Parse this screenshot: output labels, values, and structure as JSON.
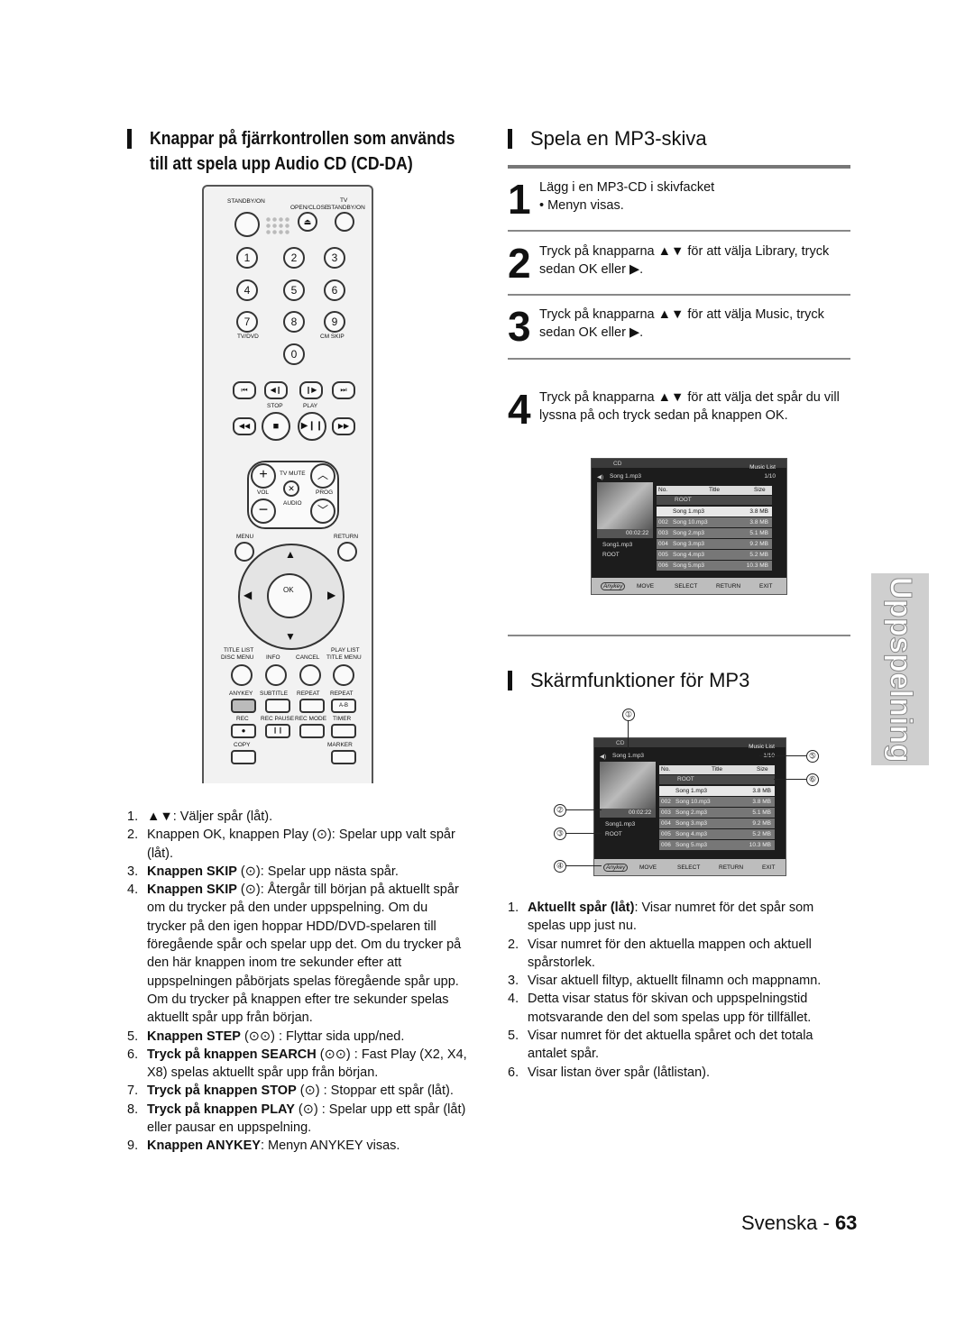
{
  "left": {
    "heading_line1": "Knappar på fjärrkontrollen som används",
    "heading_line2": "till att spela upp Audio CD (CD-DA)",
    "remote_labels": {
      "standby": "STANDBY/ON",
      "open_close": "OPEN/CLOSE",
      "tv": "TV",
      "tv_standby": "STANDBY/ON",
      "tv_dvd": "TV/DVD",
      "cm_skip": "CM SKIP",
      "stop": "STOP",
      "play": "PLAY",
      "tv_mute": "TV MUTE",
      "vol": "VOL",
      "prog": "PROG",
      "audio": "AUDIO",
      "menu": "MENU",
      "return": "RETURN",
      "ok": "OK",
      "title_list": "TITLE LIST",
      "disc_menu": "DISC MENU",
      "info": "INFO",
      "cancel": "CANCEL",
      "play_list": "PLAY LIST",
      "title_menu": "TITLE MENU",
      "anykey": "ANYKEY",
      "subtitle": "SUBTITLE",
      "repeat": "REPEAT",
      "repeat2": "REPEAT",
      "ab": "A-B",
      "rec": "REC",
      "rec_pause": "REC PAUSE",
      "rec_mode": "REC MODE",
      "timer": "TIMER",
      "copy": "COPY",
      "marker": "MARKER"
    },
    "digits": [
      "1",
      "2",
      "3",
      "4",
      "5",
      "6",
      "7",
      "8",
      "9",
      "0"
    ],
    "items": [
      {
        "n": "1.",
        "bold": "",
        "text": "▲▼: Väljer spår (låt)."
      },
      {
        "n": "2.",
        "bold": "",
        "text": "Knappen OK, knappen Play (⊙): Spelar upp valt spår (låt)."
      },
      {
        "n": "3.",
        "bold": "Knappen SKIP",
        "text": " (⊙): Spelar upp nästa spår."
      },
      {
        "n": "4.",
        "bold": "Knappen SKIP",
        "text": " (⊙): Återgår till början på aktuellt spår om du trycker på den under uppspelning. Om du trycker på den igen hoppar HDD/DVD-spelaren till föregående spår och spelar upp det. Om du trycker på den här knappen inom tre sekunder efter att uppspelningen påbörjats spelas föregående spår upp. Om du trycker på knappen efter tre sekunder spelas aktuellt spår upp från början."
      },
      {
        "n": "5.",
        "bold": "Knappen STEP",
        "text": " (⊙⊙) : Flyttar sida upp/ned."
      },
      {
        "n": "6.",
        "bold": "Tryck på knappen SEARCH",
        "text": " (⊙⊙) : Fast Play (X2, X4, X8) spelas aktuellt spår upp från början."
      },
      {
        "n": "7.",
        "bold": "Tryck på knappen STOP",
        "text": " (⊙) : Stoppar ett spår (låt)."
      },
      {
        "n": "8.",
        "bold": "Tryck på knappen PLAY",
        "text": " (⊙) : Spelar upp ett spår (låt) eller pausar en uppspelning."
      },
      {
        "n": "9.",
        "bold": "Knappen ANYKEY",
        "text": ": Menyn ANYKEY visas."
      }
    ]
  },
  "right": {
    "heading1": "Spela en MP3-skiva",
    "steps": [
      {
        "n": "1",
        "line1": "Lägg i en MP3-CD i skivfacket",
        "line2": "• Menyn visas."
      },
      {
        "n": "2",
        "line1": "Tryck på knapparna ▲▼ för att välja Library, tryck",
        "line2": "sedan OK eller ▶."
      },
      {
        "n": "3",
        "line1": "Tryck på knapparna ▲▼ för att välja Music, tryck",
        "line2": "sedan OK eller ▶."
      },
      {
        "n": "4",
        "line1": "Tryck på knapparna ▲▼ för att välja det spår du vill",
        "line2": "lyssna på och tryck sedan på knappen OK."
      }
    ],
    "screen": {
      "cd": "CD",
      "music_list": "Music List",
      "song_now": "Song 1.mp3",
      "page": "1/10",
      "col_no": "No.",
      "col_title": "Title",
      "col_size": "Size",
      "root": "ROOT",
      "time": "00:02:22",
      "file": "Song1.mp3",
      "folder": "ROOT",
      "rows": [
        {
          "no": "",
          "title": "Song 1.mp3",
          "size": "3.8 MB"
        },
        {
          "no": "002",
          "title": "Song 10.mp3",
          "size": "3.8 MB"
        },
        {
          "no": "003",
          "title": "Song 2.mp3",
          "size": "5.1 MB"
        },
        {
          "no": "004",
          "title": "Song 3.mp3",
          "size": "9.2 MB"
        },
        {
          "no": "005",
          "title": "Song 4.mp3",
          "size": "5.2 MB"
        },
        {
          "no": "006",
          "title": "Song 5.mp3",
          "size": "10.3 MB"
        }
      ],
      "anykey": "Anykey",
      "move": "MOVE",
      "select": "SELECT",
      "return": "RETURN",
      "exit": "EXIT"
    },
    "heading2": "Skärmfunktioner för MP3",
    "callouts": [
      "➀",
      "➁",
      "➂",
      "➃",
      "➄",
      "➅"
    ],
    "items": [
      {
        "n": "1.",
        "bold": "Aktuellt spår (låt)",
        "text": ": Visar numret för det spår som spelas upp just nu."
      },
      {
        "n": "2.",
        "bold": "",
        "text": "Visar numret för den aktuella mappen och aktuell spårstorlek."
      },
      {
        "n": "3.",
        "bold": "",
        "text": "Visar aktuell filtyp, aktuellt filnamn och mappnamn."
      },
      {
        "n": "4.",
        "bold": "",
        "text": "Detta visar status för skivan och uppspelningstid motsvarande den del som spelas upp för tillfället."
      },
      {
        "n": "5.",
        "bold": "",
        "text": "Visar numret för det aktuella spåret och det totala antalet spår."
      },
      {
        "n": "6.",
        "bold": "",
        "text": "Visar listan över spår (låtlistan)."
      }
    ]
  },
  "side_tab": "Uppspelning",
  "footer": {
    "lang": "Svenska - ",
    "page": "63"
  }
}
